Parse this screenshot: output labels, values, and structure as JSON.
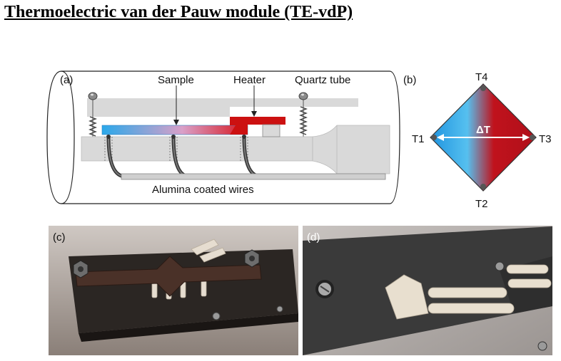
{
  "title": "Thermoelectric van der Pauw module (TE-vdP)",
  "panel_a": {
    "label": "(a)",
    "sample": "Sample",
    "heater": "Heater",
    "quartz": "Quartz tube",
    "wires": "Alumina coated wires"
  },
  "panel_b": {
    "label": "(b)",
    "t1": "T1",
    "t2": "T2",
    "t3": "T3",
    "t4": "T4",
    "delta": "ΔT"
  },
  "panel_c": {
    "label": "(c)"
  },
  "panel_d": {
    "label": "(d)"
  },
  "colors": {
    "cold": "#2aa8ea",
    "hot": "#c0121c",
    "heater": "#cc1111"
  }
}
